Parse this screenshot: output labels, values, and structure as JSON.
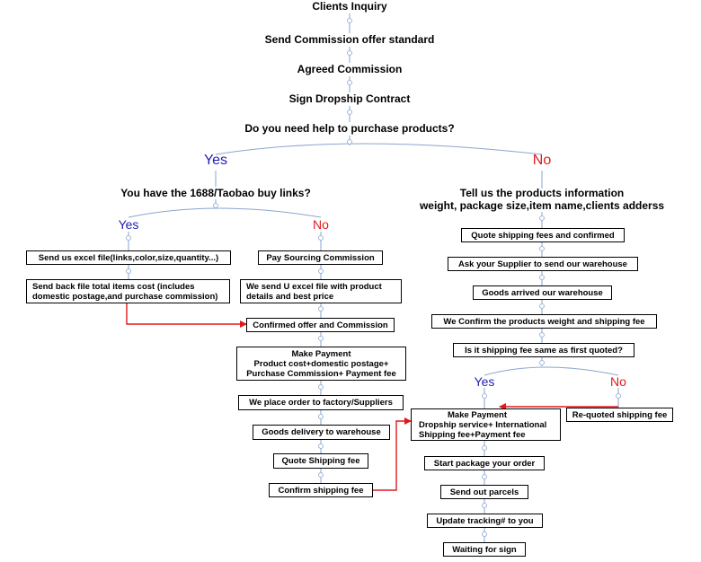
{
  "main_steps": {
    "s1": "Clients Inquiry",
    "s2": "Send Commission offer standard",
    "s3": "Agreed Commission",
    "s4": "Sign Dropship Contract",
    "s5": "Do you need help to purchase products?"
  },
  "yes_label": "Yes",
  "no_label": "No",
  "left_branch": {
    "question": "You have the 1688/Taobao buy links?",
    "yes_label": "Yes",
    "no_label": "No",
    "yes_path": {
      "step1": "Send us excel file(links,color,size,quantity...)",
      "step2_line1": "Send back file total items cost (includes",
      "step2_line2": "domestic postage,and  purchase commission)"
    },
    "no_path": {
      "step1": "Pay Sourcing Commission",
      "step2_line1": "We send U excel file with product",
      "step2_line2": "details and  best price"
    },
    "merged": {
      "confirm": "Confirmed offer and Commission",
      "payment_line1": "Make Payment",
      "payment_line2": "Product cost+domestic postage+",
      "payment_line3": "Purchase Commission+ Payment fee",
      "order": "We place order to factory/Suppliers",
      "delivery": "Goods delivery to warehouse",
      "quote": "Quote Shipping fee",
      "confirm_ship": "Confirm shipping fee"
    }
  },
  "right_branch": {
    "header_line1": "Tell us the products information",
    "header_line2": "weight, package size,item name,clients adderss",
    "step1": "Quote shipping fees and confirmed",
    "step2": "Ask your Supplier to send our warehouse",
    "step3": "Goods arrived our warehouse",
    "step4": "We Confirm the products weight and shipping fee",
    "step5": "Is it shipping fee same as first quoted?",
    "yes_label": "Yes",
    "no_label": "No",
    "requoted": "Re-quoted shipping fee",
    "payment_line1": "Make Payment",
    "payment_line2": "Dropship service+ International",
    "payment_line3": "Shipping fee+Payment fee",
    "package": "Start package your order",
    "send": "Send out parcels",
    "tracking": "Update tracking# to you",
    "waiting": "Waiting for sign"
  },
  "colors": {
    "yes": "#1f1fb4",
    "no": "#e2191b",
    "connector": "#8aa6cf",
    "redirect": "#e2191b"
  }
}
